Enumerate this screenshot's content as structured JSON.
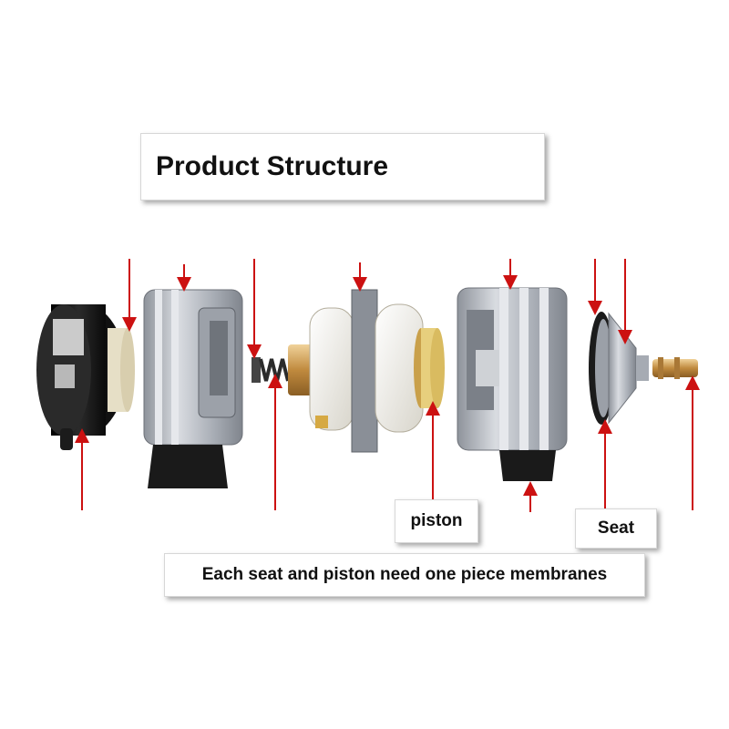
{
  "title": "Product Structure",
  "labels": {
    "piston": "piston",
    "seat": "Seat",
    "note": "Each seat and piston need one piece membranes"
  },
  "colors": {
    "arrow": "#cc1111",
    "metal": "#b9bdc4",
    "motor_body": "#1a1a1a",
    "white_part": "#eeece5",
    "brass": "#c8964a"
  },
  "parts": [
    "end-cap-motor",
    "left-housing",
    "spring",
    "center-block",
    "piston",
    "right-housing",
    "seat-membrane",
    "nozzle"
  ]
}
